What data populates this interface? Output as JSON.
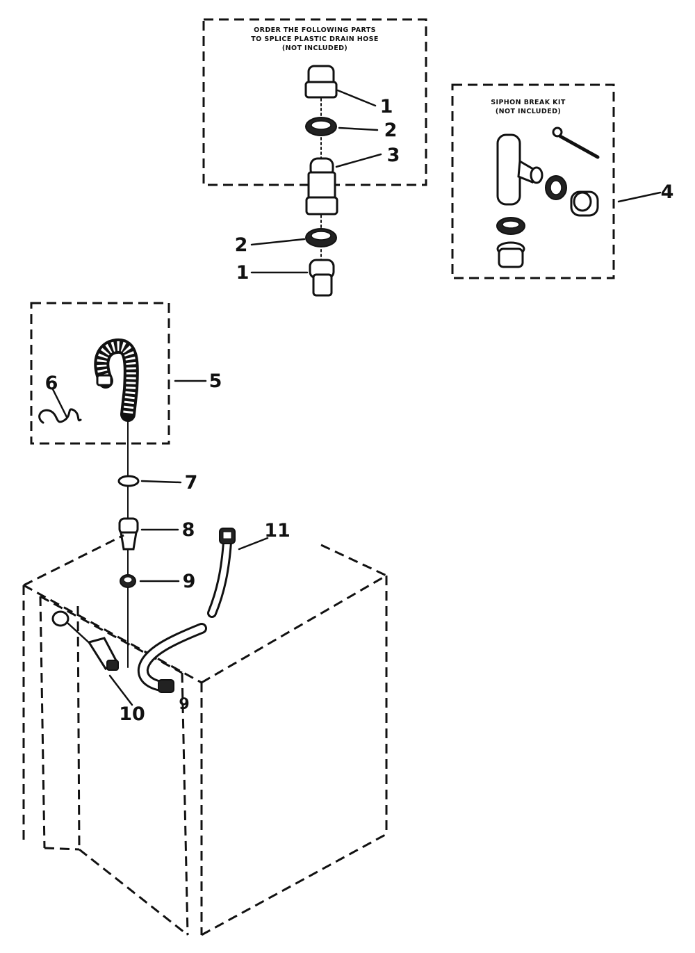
{
  "splice_box": {
    "caption_lines": [
      "ORDER THE FOLLOWING PARTS",
      "TO SPLICE PLASTIC DRAIN HOSE",
      "(NOT INCLUDED)"
    ]
  },
  "siphon_box": {
    "caption_lines": [
      "SIPHON BREAK KIT",
      "(NOT INCLUDED)"
    ]
  },
  "callouts": {
    "c1_top": "1",
    "c2_top": "2",
    "c3": "3",
    "c2_bottom": "2",
    "c1_bottom": "1",
    "c4": "4",
    "c5": "5",
    "c6": "6",
    "c7": "7",
    "c8": "8",
    "c9_upper": "9",
    "c9_lower": "9",
    "c10": "10",
    "c11": "11"
  }
}
